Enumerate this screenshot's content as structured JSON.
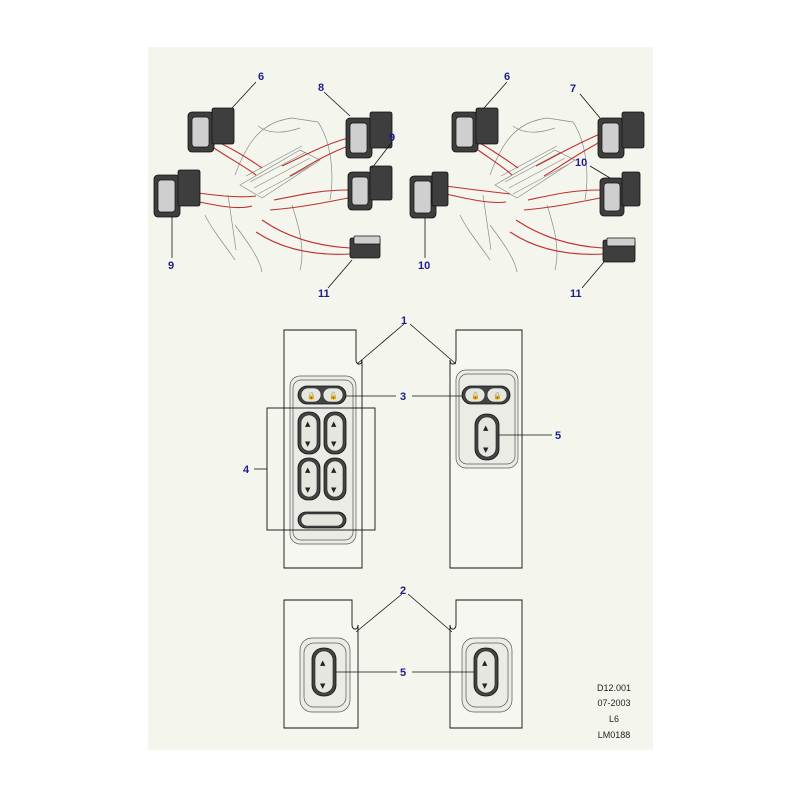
{
  "callouts": {
    "c1": "1",
    "c2": "2",
    "c3": "3",
    "c4": "4",
    "c5a": "5",
    "c5b": "5",
    "c6a": "6",
    "c6b": "6",
    "c7": "7",
    "c8": "8",
    "c9a": "9",
    "c9b": "9",
    "c10a": "10",
    "c10b": "10",
    "c11a": "11",
    "c11b": "11"
  },
  "reference": {
    "code": "D12.001",
    "date": "07-2003",
    "model": "L6",
    "illustration": "LM0188"
  },
  "colors": {
    "background": "#f4f6ee",
    "wiring": "#c0302e",
    "callout_text": "#1c1c8c"
  },
  "icons": {
    "up": "▲",
    "down": "▼",
    "lock": "🔒",
    "unlock": "🔓"
  }
}
